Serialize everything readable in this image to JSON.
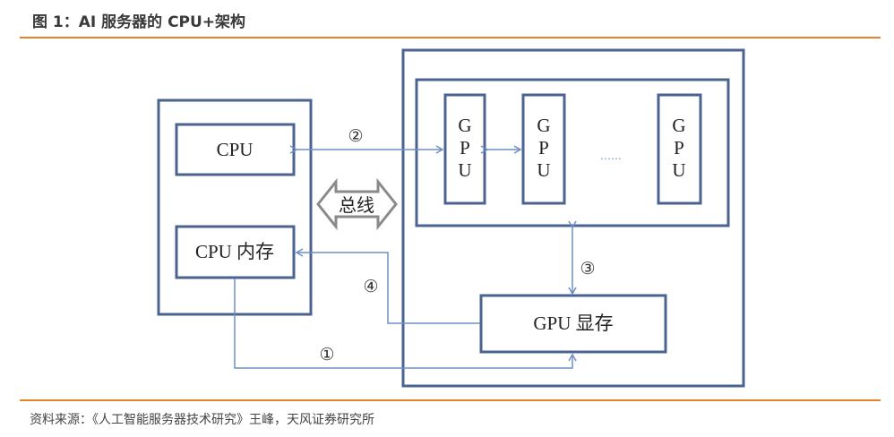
{
  "figure": {
    "title": "图 1：AI 服务器的 CPU+架构",
    "source": "资料来源：《人工智能服务器技术研究》王峰，天风证券研究所"
  },
  "diagram": {
    "cpu_node": {
      "cpu_label": "CPU",
      "cpu_memory_label": "CPU 内存"
    },
    "gpu_node": {
      "gpus": [
        {
          "letters": [
            "G",
            "P",
            "U"
          ]
        },
        {
          "letters": [
            "G",
            "P",
            "U"
          ]
        },
        {
          "letters": [
            "G",
            "P",
            "U"
          ]
        }
      ],
      "ellipsis": "……",
      "gpu_memory_label": "GPU 显存"
    },
    "bus_label": "总线",
    "links": [
      {
        "id": "1",
        "marker": "①",
        "from": "CPU 内存",
        "to": "GPU 显存"
      },
      {
        "id": "2",
        "marker": "②",
        "from": "CPU",
        "to": "GPU"
      },
      {
        "id": "3",
        "marker": "③",
        "from": "GPU",
        "to": "GPU 显存"
      },
      {
        "id": "4",
        "marker": "④",
        "from": "GPU 显存",
        "to": "CPU 内存"
      }
    ],
    "colors": {
      "box": "#4A6390",
      "connector": "#6F8FC2",
      "bus_arrow": "#8A8A8A",
      "rule": "#E8822A"
    }
  }
}
